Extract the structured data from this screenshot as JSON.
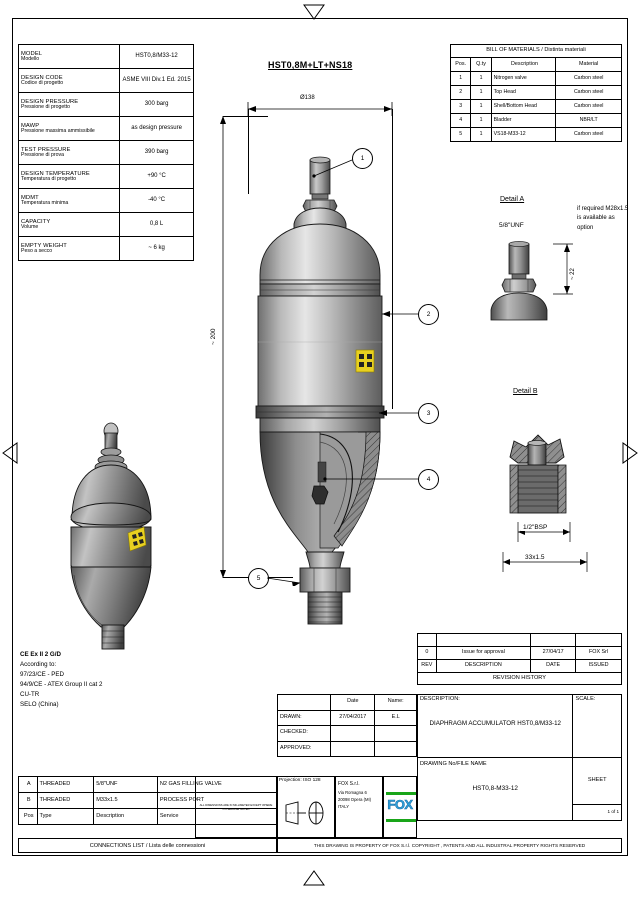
{
  "drawing": {
    "main_title": "HST0,8M+LT+NS18",
    "dim_diameter": "Ø138",
    "dim_height": "~ 200",
    "balloons": [
      "1",
      "2",
      "3",
      "4",
      "5"
    ]
  },
  "spec_table": {
    "rows": [
      {
        "en": "MODEL",
        "it": "Modello",
        "value": "HST0,8/M33-12"
      },
      {
        "en": "DESIGN CODE",
        "it": "Codice di progetto",
        "value": "ASME VIII Div.1 Ed. 2015"
      },
      {
        "en": "DESIGN PRESSURE",
        "it": "Pressione di progetto",
        "value": "300 barg"
      },
      {
        "en": "MAWP",
        "it": "Pressione massima ammissibile",
        "value": "as design pressure"
      },
      {
        "en": "TEST PRESSURE",
        "it": "Pressione di prova",
        "value": "390 barg"
      },
      {
        "en": "DESIGN TEMPERATURE",
        "it": "Temperatura di progetto",
        "value": "+90 °C"
      },
      {
        "en": "MDMT",
        "it": "Temperatura minima",
        "value": "-40 °C"
      },
      {
        "en": "CAPACITY",
        "it": "Volume",
        "value": "0,8 L"
      },
      {
        "en": "EMPTY WEIGHT",
        "it": "Peso a secco",
        "value": "~ 6 kg"
      }
    ]
  },
  "bom": {
    "title": "BILL OF MATERIALS / Distinta materiali",
    "headers": [
      "Pos.",
      "Q.ty",
      "Description",
      "Material"
    ],
    "rows": [
      {
        "pos": "1",
        "qty": "1",
        "description": "Nitrogen valve",
        "material": "Carbon steel"
      },
      {
        "pos": "2",
        "qty": "1",
        "description": "Top Head",
        "material": "Carbon steel"
      },
      {
        "pos": "3",
        "qty": "1",
        "description": "Shell/Bottom Head",
        "material": "Carbon steel"
      },
      {
        "pos": "4",
        "qty": "1",
        "description": "Bladder",
        "material": "NBR/LT"
      },
      {
        "pos": "5",
        "qty": "1",
        "description": "VS18-M33-12",
        "material": "Carbon steel"
      }
    ]
  },
  "detail_a": {
    "label": "Detail A",
    "thread": "5/8\"UNF",
    "dim": "~ 22",
    "note": "if required M28x1.5 is available as option"
  },
  "detail_b": {
    "label": "Detail B",
    "thread_inner": "1/2\"BSP",
    "thread_outer": "33x1.5"
  },
  "certification": {
    "marking": "CE Ex II 2 G/D",
    "according_to": "According to:",
    "items": [
      "97/23/CE - PED",
      "94/9/CE - ATEX Group II cat 2",
      "CU-TR",
      "SELO (China)"
    ]
  },
  "revision": {
    "rows": [
      {
        "rev": "0",
        "description": "Issue for approval",
        "date": "27/04/17",
        "issued": "FOX Srl"
      }
    ],
    "headers": [
      "REV",
      "DESCRIPTION",
      "DATE",
      "ISSUED"
    ],
    "title": "REVISION HISTORY"
  },
  "title_block": {
    "col_date": "Date",
    "col_name": "Name:",
    "rows": [
      {
        "label": "DRAWN:",
        "date": "27/04/2017",
        "name": "E.L"
      },
      {
        "label": "CHECKED:",
        "date": "",
        "name": ""
      },
      {
        "label": "APPROVED:",
        "date": "",
        "name": ""
      }
    ],
    "description_label": "DESCRIPTION:",
    "description_value": "DIAPHRAGM ACCUMULATOR HST0,8/M33-12",
    "scale_label": "SCALE:",
    "drawing_no_label": "DRAWING No/FILE NAME",
    "drawing_no_value": "HST0,8-M33-12",
    "sheet_label": "SHEET",
    "sheet_value": "1 of 1"
  },
  "connections": {
    "rows": [
      {
        "pos": "A",
        "type": "THREADED",
        "description": "5/8\"UNF",
        "service": "N2 GAS FILLING VALVE"
      },
      {
        "pos": "B",
        "type": "THREADED",
        "description": "M33x1.5",
        "service": "PROCESS PORT"
      }
    ],
    "headers": [
      "Pos",
      "Type",
      "Description",
      "Service"
    ],
    "footer": "CONNECTIONS LIST / Lista delle connessioni"
  },
  "notes": {
    "units_note": "ALL DIMENSIONS ARE IN MILLIMETER EXCEPT WHERE OTHERWISE NOTED",
    "projection": "Projection: ISO 128",
    "copyright": "THIS DRAWING IS PROPERTY OF FOX S.r.l. COPYRIGHT , PATENTS AND ALL INDUSTRAL PROPERTY RIGHTS RESERVED"
  },
  "company": {
    "name": "FOX S.r.l.",
    "address1": "Via Romagna 6",
    "address2": "20098 Opera (MI)",
    "country": "ITALY",
    "logo": "FOX"
  },
  "colors": {
    "metal_light": "#d8d8d8",
    "metal_mid": "#9a9a9a",
    "metal_dark": "#5a5a5a",
    "label_yellow": "#e8d020",
    "logo_blue": "#2ea3dd",
    "logo_green": "#19a519"
  }
}
